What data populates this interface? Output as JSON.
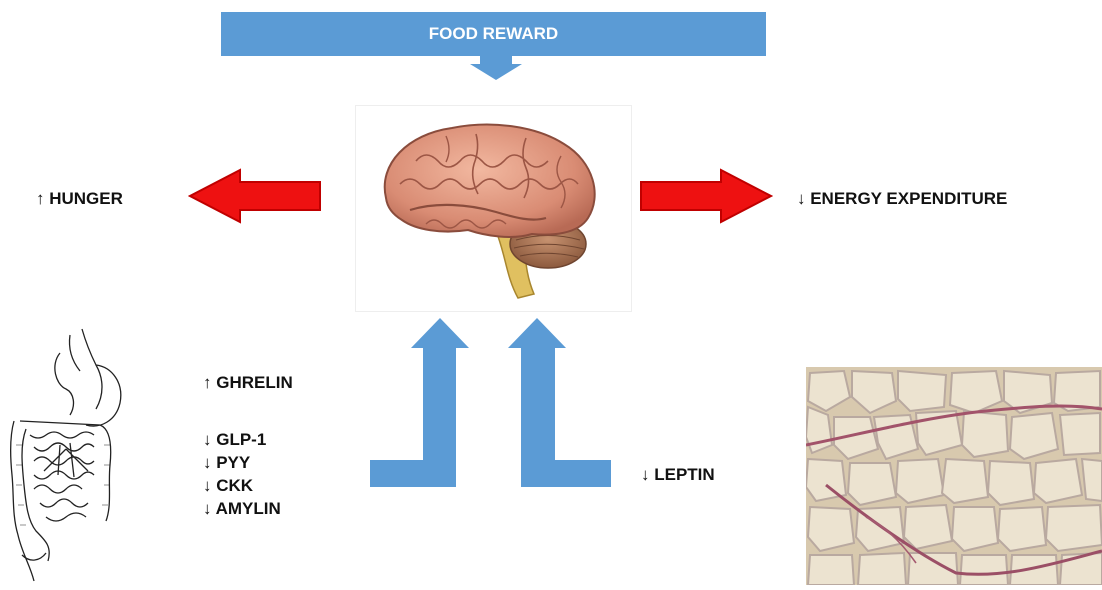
{
  "banner": {
    "label": "FOOD REWARD",
    "color": "#5b9bd5"
  },
  "left_effect": {
    "label": "↑ HUNGER"
  },
  "right_effect": {
    "label": "↓ ENERGY EXPENDITURE"
  },
  "gut_hormones": [
    {
      "label": "↑ GHRELIN"
    },
    {
      "label": "↓ GLP-1"
    },
    {
      "label": "↓ PYY"
    },
    {
      "label": "↓ CKK"
    },
    {
      "label": "↓ AMYLIN"
    }
  ],
  "adipose_hormone": {
    "label": "↓ LEPTIN"
  },
  "colors": {
    "blue_arrow": "#5b9bd5",
    "red_arrow": "#ee1111",
    "arrow_outline": "#c00000"
  },
  "icons": {
    "center": "brain-icon",
    "left": "digestive-tract-icon",
    "right": "adipose-tissue-icon"
  }
}
